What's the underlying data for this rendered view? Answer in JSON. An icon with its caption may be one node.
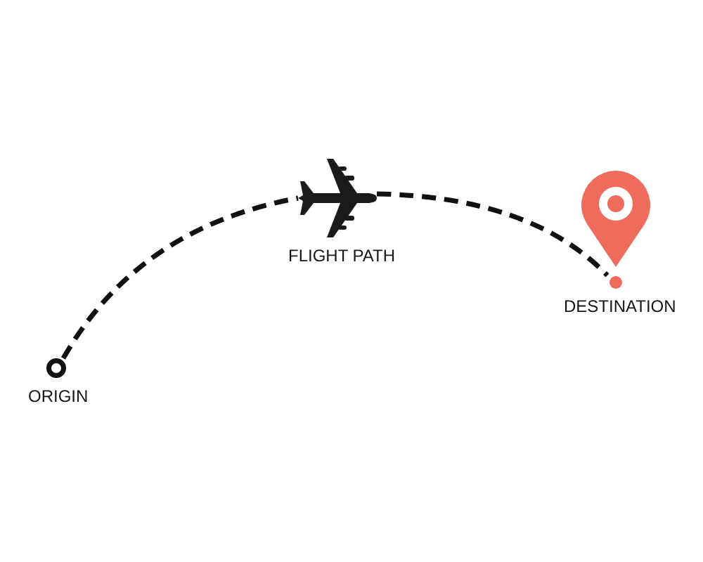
{
  "diagram": {
    "nodes": [
      {
        "text": [],
        "shape": "circle",
        "beside": [
          "ORIGIN"
        ]
      },
      {
        "text": [],
        "shape": "airplane",
        "beside": [
          "FLIGHT PATH"
        ]
      },
      {
        "text": [],
        "shape": "pin",
        "beside": [
          "DESTINATION"
        ]
      }
    ],
    "edges": [
      {
        "from": 0,
        "to": 1,
        "arrow": "none",
        "style": "dashed"
      },
      {
        "from": 1,
        "to": 2,
        "arrow": "none",
        "style": "dashed"
      }
    ]
  }
}
